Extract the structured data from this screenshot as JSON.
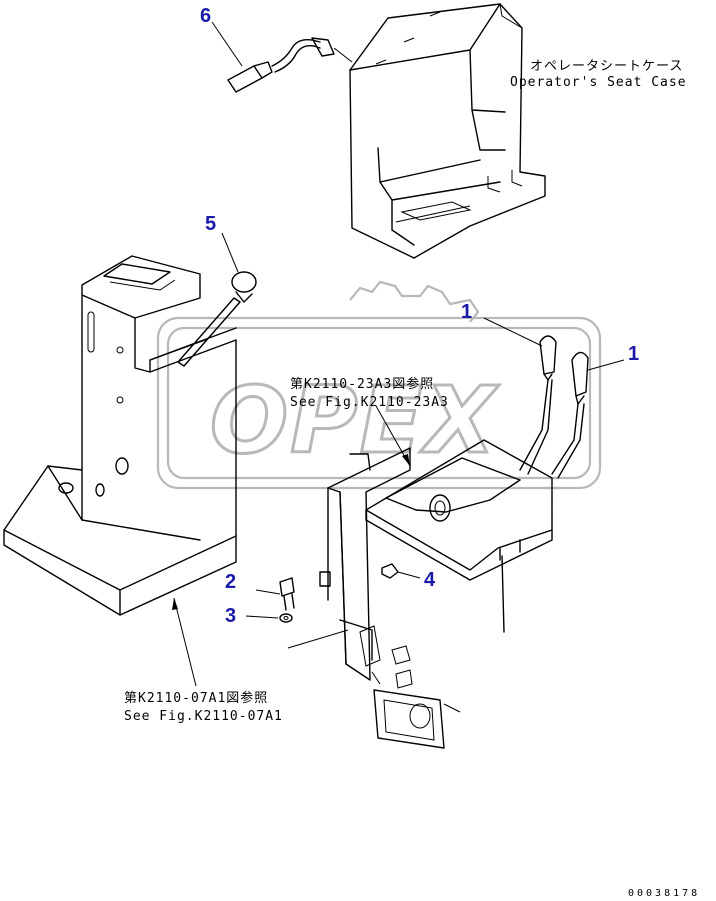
{
  "callouts": {
    "c1a": "1",
    "c1b": "1",
    "c2": "2",
    "c3": "3",
    "c4": "4",
    "c5": "5",
    "c6": "6"
  },
  "notes": {
    "seat_case_jp": "オペレータシートケース",
    "seat_case_en": "Operator's Seat Case",
    "ref_a_jp": "第K2110-23A3図参照",
    "ref_a_en": "See Fig.K2110-23A3",
    "ref_b_jp": "第K2110-07A1図参照",
    "ref_b_en": "See Fig.K2110-07A1"
  },
  "drawing_code": "00038178",
  "watermark": "OPEX",
  "colors": {
    "callout": "#1a1aa8",
    "line": "#000000",
    "watermark": "#b8b8b8"
  }
}
